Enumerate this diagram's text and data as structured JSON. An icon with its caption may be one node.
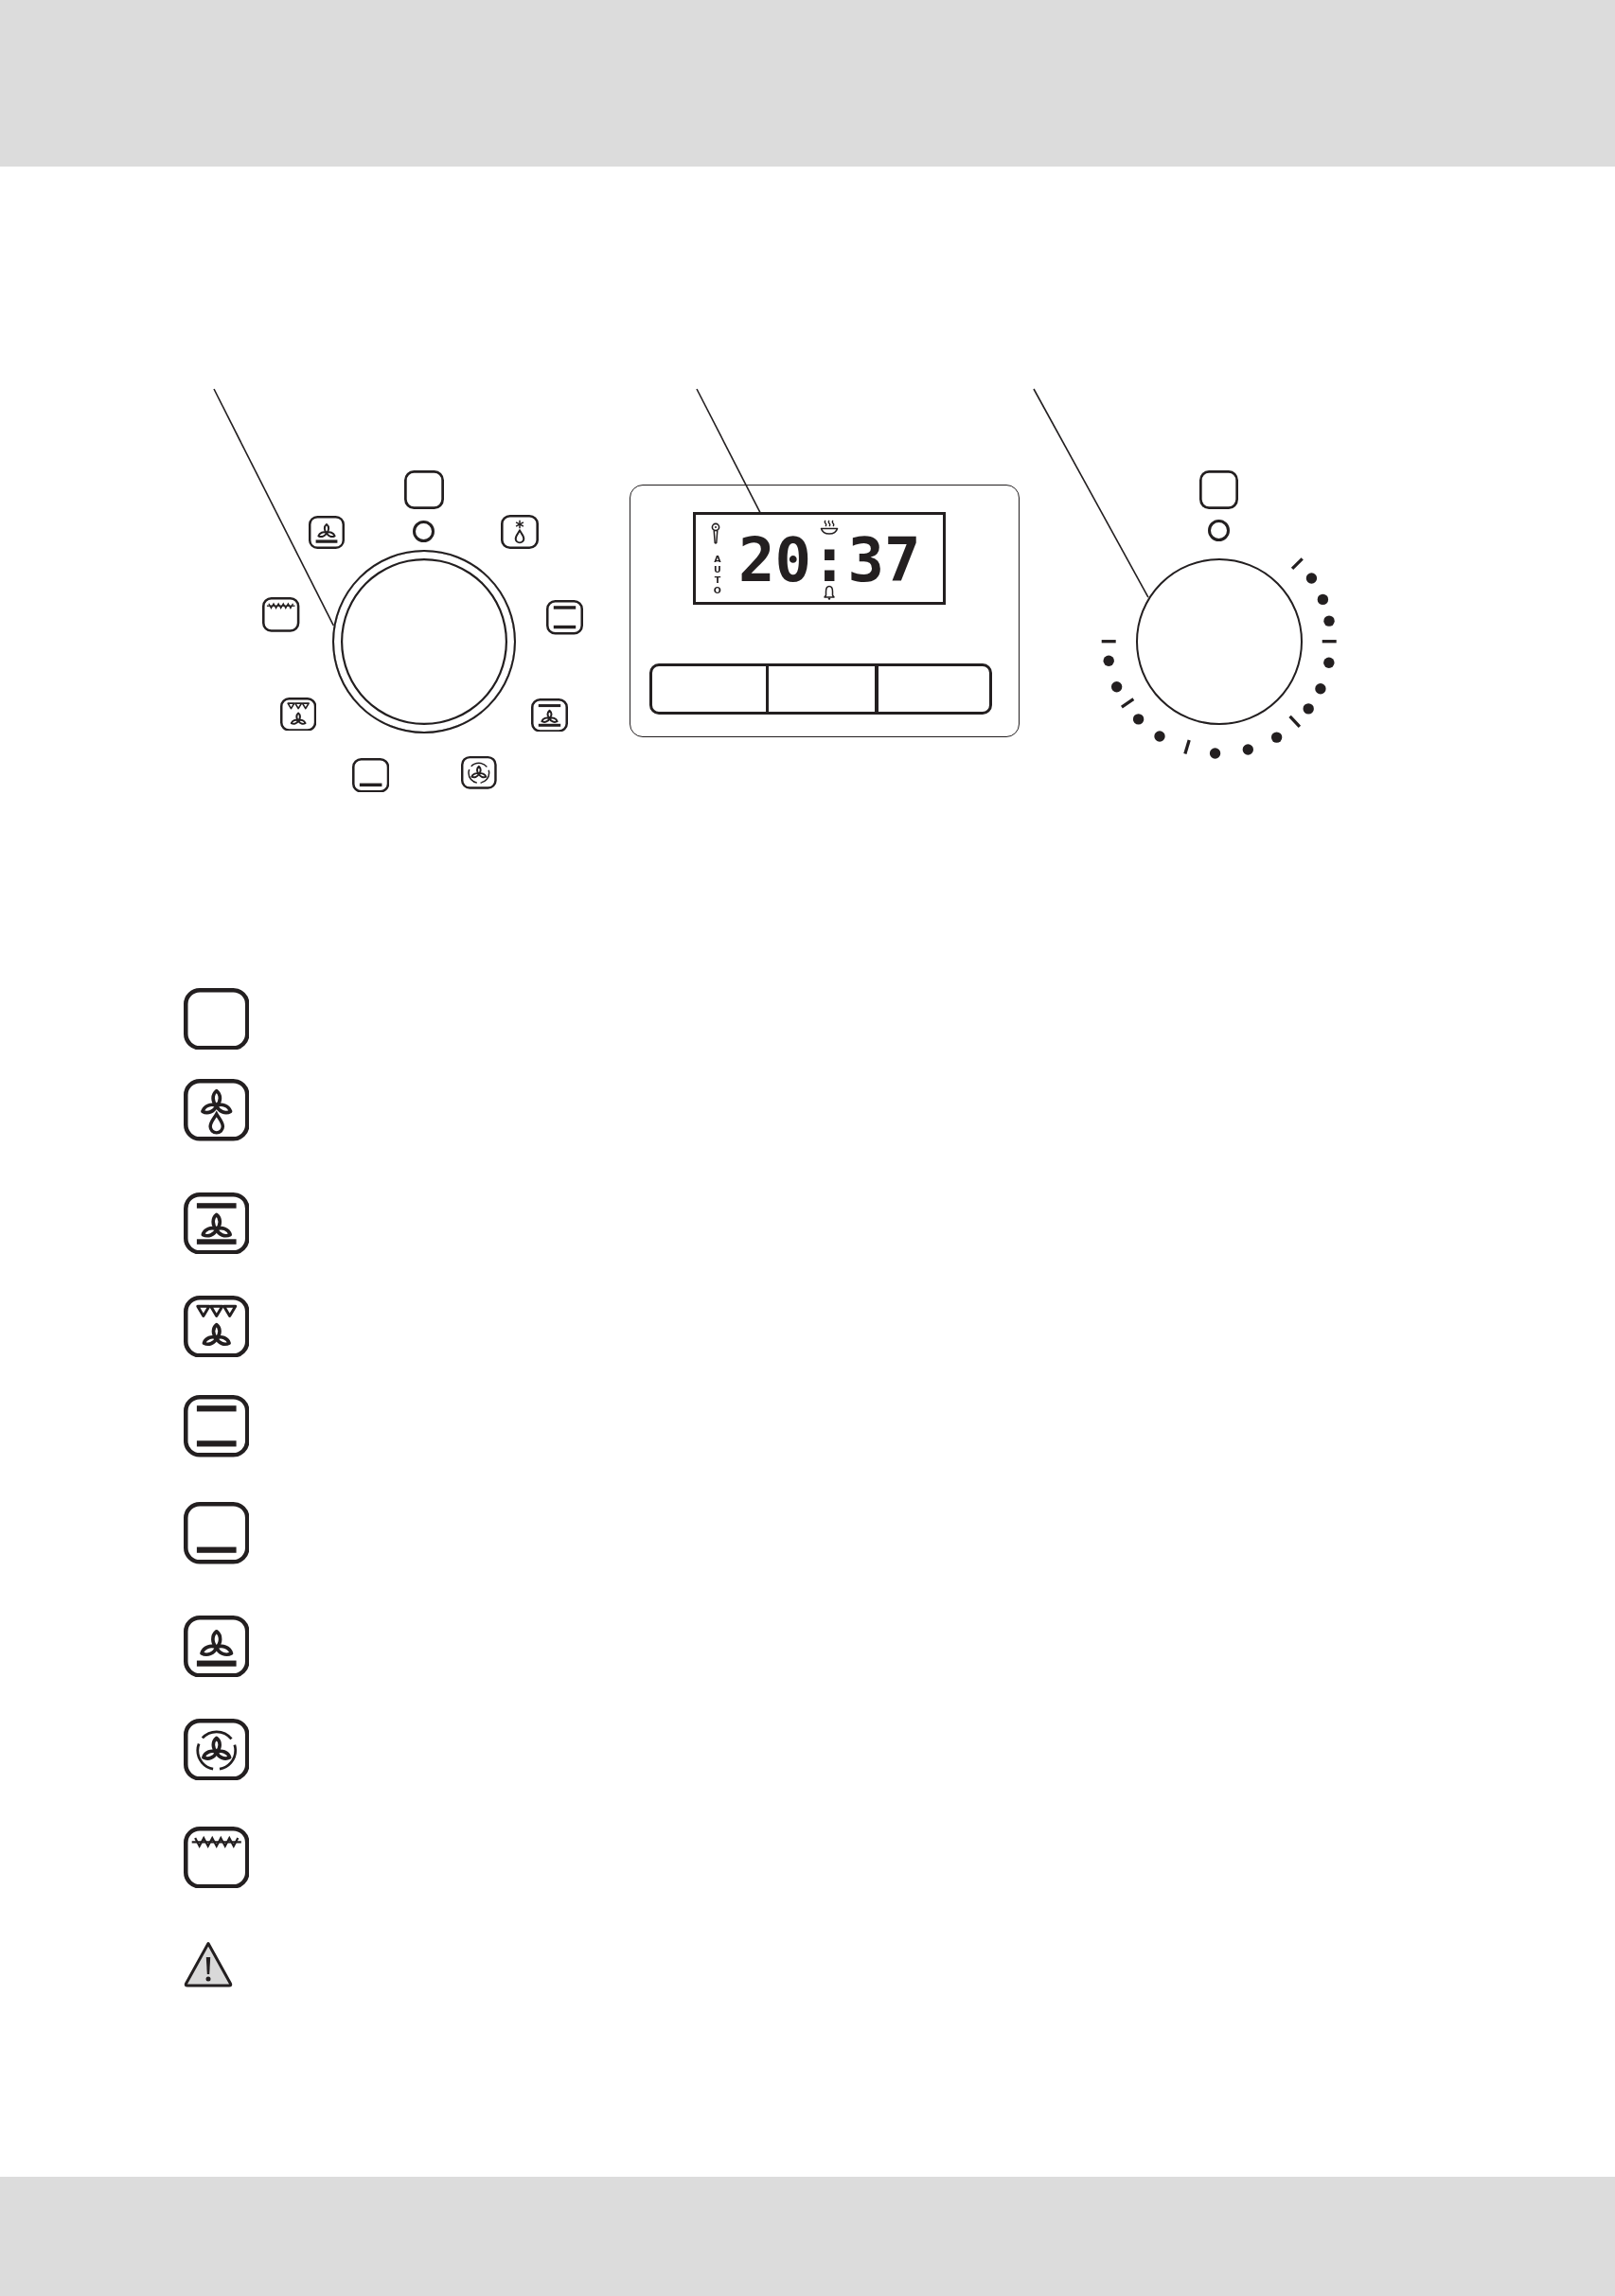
{
  "diagram": {
    "nodes": [
      {
        "text": [],
        "shape": "circle"
      },
      {
        "text": [],
        "shape": "box"
      },
      {
        "text": [
          "AUTO",
          "20:37"
        ],
        "in": 1
      },
      {
        "text": [],
        "shape": "box",
        "in": 1
      },
      {
        "text": [],
        "shape": "box",
        "in": 1
      },
      {
        "text": [],
        "shape": "box",
        "in": 1
      },
      {
        "text": [],
        "shape": "circle"
      }
    ],
    "edges": [
      {
        "from": null,
        "to": 0,
        "arrow": "none"
      },
      {
        "from": null,
        "to": 2,
        "arrow": "none"
      },
      {
        "from": null,
        "to": 6,
        "arrow": "none"
      }
    ]
  }
}
